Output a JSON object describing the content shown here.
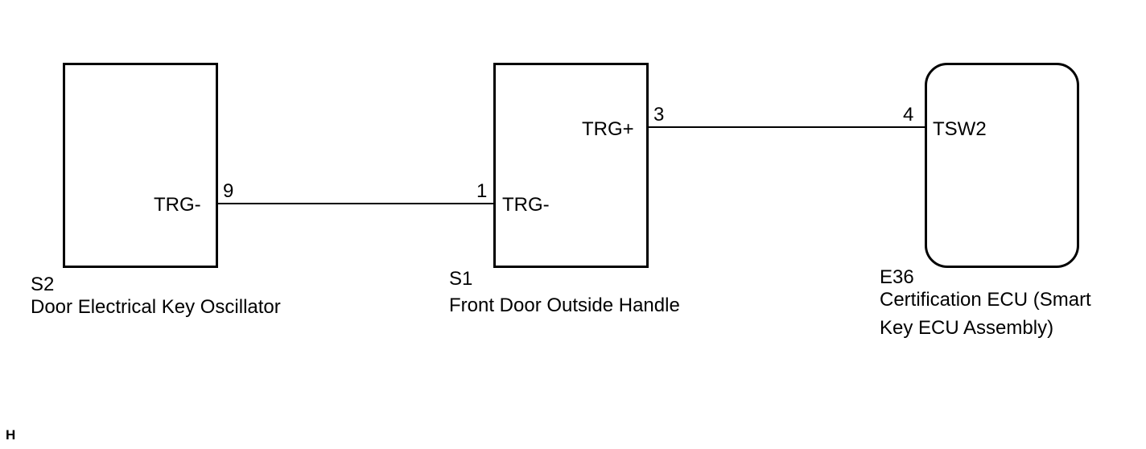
{
  "components": {
    "oscillator": {
      "code": "S2",
      "name": "Door Electrical Key Oscillator",
      "pin_number": "9",
      "pin_label": "TRG-"
    },
    "handle": {
      "code": "S1",
      "name": "Front Door Outside Handle",
      "pin_in_number": "1",
      "pin_in_label": "TRG-",
      "pin_out_number": "3",
      "pin_out_label": "TRG+"
    },
    "ecu": {
      "code": "E36",
      "name_line1": "Certification ECU (Smart",
      "name_line2": "Key ECU Assembly)",
      "pin_number": "4",
      "pin_label": "TSW2"
    }
  },
  "connections": [
    {
      "from": "S2 pin 9 TRG-",
      "to": "S1 pin 1 TRG-"
    },
    {
      "from": "S1 pin 3 TRG+",
      "to": "E36 pin 4 TSW2"
    }
  ],
  "corner_mark": "H"
}
